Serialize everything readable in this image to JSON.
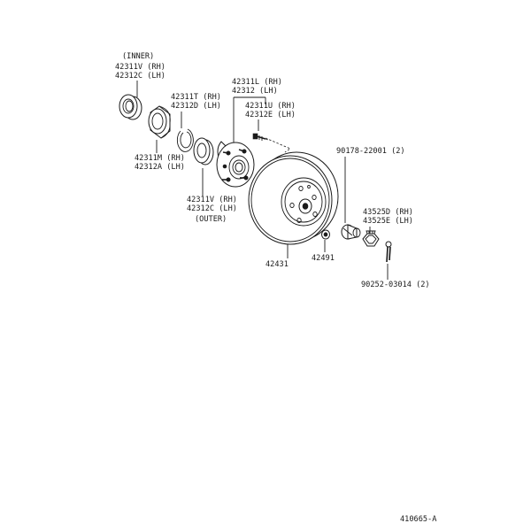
{
  "labels": {
    "inner": "(INNER)",
    "seal_inner_rh": "42311V (RH)",
    "seal_inner_lh": "42312C (LH)",
    "bearing_rh": "42311M (RH)",
    "bearing_lh": "42312A (LH)",
    "snap_ring_rh": "42311T (RH)",
    "snap_ring_lh": "42312D (LH)",
    "hub_rh": "42311L (RH)",
    "hub_lh": "42312  (LH)",
    "hub_bolt_rh": "42311U (RH)",
    "hub_bolt_lh": "42312E (LH)",
    "seal_outer_rh": "42311V (RH)",
    "seal_outer_lh": "42312C (LH)",
    "outer": "(OUTER)",
    "disc": "42431",
    "plug": "42491",
    "screw": "90178-22001 (2)",
    "nut_rh": "43525D (RH)",
    "nut_lh": "43525E (LH)",
    "pin": "90252-03014 (2)",
    "figure_code": "410665-A"
  }
}
